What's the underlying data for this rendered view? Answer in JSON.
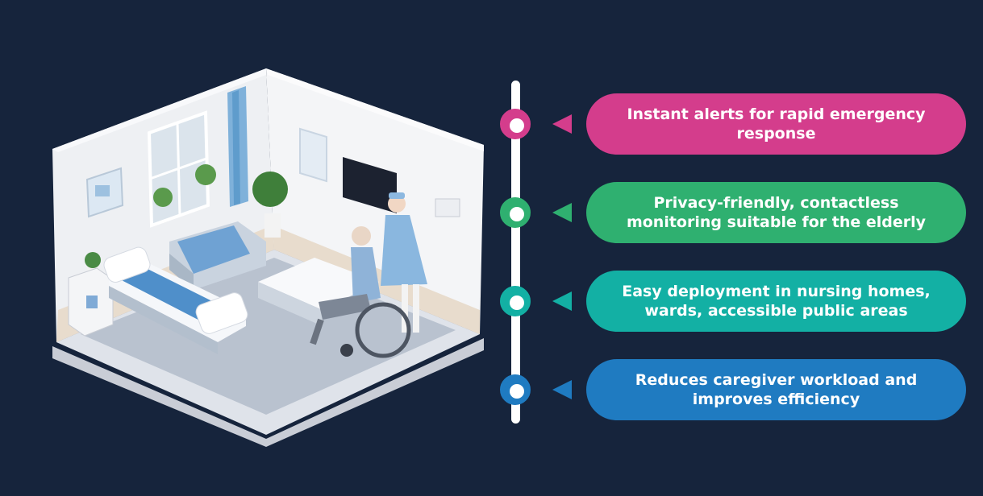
{
  "timeline": {
    "items": [
      {
        "text": "Instant alerts for rapid emergency response",
        "color": "#d43d8c"
      },
      {
        "text": "Privacy-friendly, contactless monitoring suitable for the elderly",
        "color": "#2fb070"
      },
      {
        "text": "Easy deployment in nursing homes, wards, accessible public areas",
        "color": "#13b0a4"
      },
      {
        "text": "Reduces caregiver workload and improves efficiency",
        "color": "#1f7bc1"
      }
    ]
  }
}
